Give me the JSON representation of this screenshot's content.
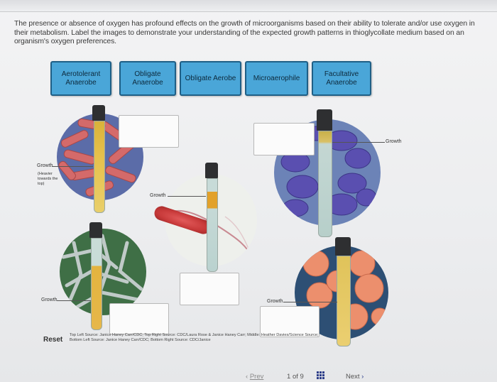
{
  "question": {
    "text": "The presence or absence of oxygen has profound effects on the growth of microorganisms based on their ability to tolerate and/or use oxygen in their metabolism. Label the images to demonstrate your understanding of the expected growth patterns in thioglycollate medium based on an organism's oxygen preferences."
  },
  "labels": [
    {
      "text": "Aerotolerant Anaerobe"
    },
    {
      "text": "Obligate Anaerobe"
    },
    {
      "text": "Obligate Aerobe"
    },
    {
      "text": "Microaerophile"
    },
    {
      "text": "Facultative Anaerobe"
    }
  ],
  "annotations": {
    "growth": "Growth",
    "heavier": "(Heavier towards the top)"
  },
  "reset": "Reset",
  "source": "Top Left Source: Janice Haney Carr/CDC; Top Right Source: CDC/Laura Rose & Janice Haney Carr; Middle: Heather Davies/Science Source; Bottom Left Source: Janice Haney Carr/CDC; Bottom Right Source: CDC/Janice",
  "pager": {
    "prev": "Prev",
    "current": "1",
    "of": "of",
    "total": "9",
    "next": "Next"
  }
}
